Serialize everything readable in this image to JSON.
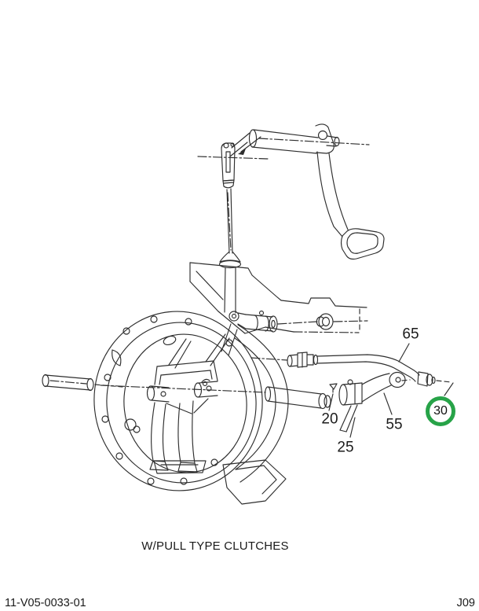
{
  "diagram": {
    "caption": "W/PULL TYPE CLUTCHES",
    "line_color": "#2e2e2e",
    "highlight_color": "#27a348",
    "callouts": [
      {
        "text": "65",
        "highlighted": false
      },
      {
        "text": "20",
        "highlighted": false
      },
      {
        "text": "55",
        "highlighted": false
      },
      {
        "text": "25",
        "highlighted": false
      },
      {
        "text": "30",
        "highlighted": true
      }
    ]
  },
  "footer": {
    "document_number": "11-V05-0033-01",
    "page_code": "J09"
  }
}
